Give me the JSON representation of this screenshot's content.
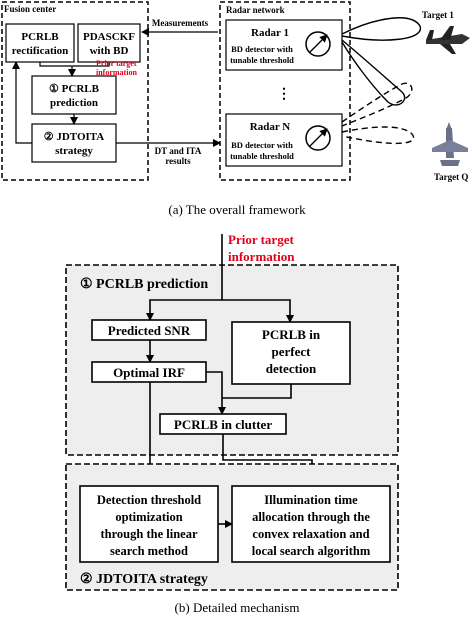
{
  "top": {
    "fusion_center": "Fusion center",
    "pcrlb_rect": [
      "PCRLB",
      "rectification"
    ],
    "pdasckf": [
      "PDASCKF",
      "with BD"
    ],
    "prior_target": [
      "Prior target",
      "information"
    ],
    "pcrlb_pred": [
      "① PCRLB",
      "prediction"
    ],
    "jdtoita": [
      "② JDTOITA",
      "strategy"
    ],
    "measurements": "Measurements",
    "dt_ita": [
      "DT and ITA",
      "results"
    ],
    "radar_network": "Radar network",
    "radar1": "Radar 1",
    "radarN": "Radar N",
    "bd_detector": [
      "BD detector with",
      "tunable threshold"
    ],
    "ellipsis": "⋮",
    "target1": "Target 1",
    "targetQ": "Target Q",
    "caption": "(a)  The overall framework"
  },
  "bottom": {
    "prior_target": [
      "Prior target",
      "information"
    ],
    "section1": "①  PCRLB prediction",
    "predicted_snr": "Predicted SNR",
    "pcrlb_perfect": [
      "PCRLB in",
      "perfect",
      "detection"
    ],
    "optimal_irf": "Optimal IRF",
    "pcrlb_clutter": "PCRLB in clutter",
    "detection_threshold": [
      "Detection threshold",
      "optimization",
      "through the linear",
      "search method"
    ],
    "illumination": [
      "Illumination time",
      "allocation through the",
      "convex relaxation and",
      "local search algorithm"
    ],
    "section2": "②  JDTOITA strategy",
    "caption": "(b)  Detailed mechanism"
  },
  "colors": {
    "prior": "#e0001a",
    "clutter_bg": "#eeeeee",
    "stroke": "#000000"
  }
}
